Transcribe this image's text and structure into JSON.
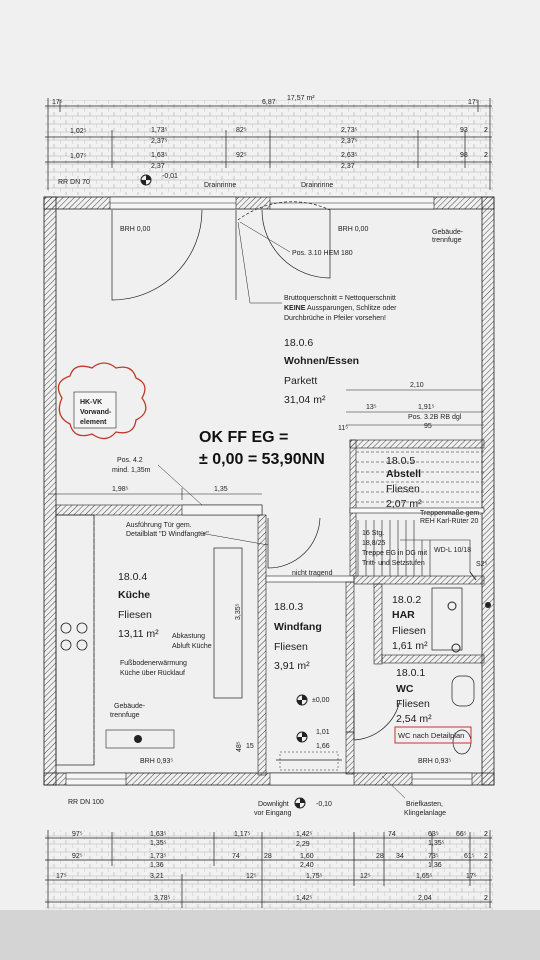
{
  "top_dims": {
    "overall": "17,57 m²",
    "row1": [
      "17⁵",
      "6,87",
      "17⁵"
    ],
    "row2": [
      "1,02⁵",
      "1,73⁵",
      "2,37⁵",
      "82⁵",
      "2,73⁵",
      "2,37⁵",
      "93",
      "2"
    ],
    "row3": [
      "1,07⁵",
      "1,63⁵",
      "2,37",
      "92⁵",
      "2,63⁵",
      "2,37",
      "98",
      "2"
    ]
  },
  "levels": {
    "rr_top": "RR DN 70",
    "top_level": "-0,01",
    "drain_left": "Drainrinne",
    "drain_right": "Drainrinne",
    "brh_top_left": "BRH 0,00",
    "brh_top_right": "BRH 0,00",
    "hem": "Pos. 3.10 HEM 180",
    "gebaeude_top": "Gebäude-\ntrennfuge"
  },
  "notes": {
    "brutto_line1": "Bruttoquerschnitt = Nettoquerschnitt",
    "brutto_line2_bold": "KEINE",
    "brutto_line2_rest": " Aussparungen, Schlitze oder",
    "brutto_line3": "Durchbrüche in Pfeiler vorsehen!",
    "hk_vk_1": "HK-VK",
    "hk_vk_2": "Vorwand-",
    "hk_vk_3": "element",
    "ok_ff_1": "OK FF EG =",
    "ok_ff_2": "± 0,00 = 53,90NN",
    "pos42_1": "Pos. 4.2",
    "pos42_2": "mind. 1,35m",
    "dim_198": "1,98⁵",
    "dim_135": "1,35",
    "dim_210": "2,10",
    "dim_191": "1,91⁵",
    "pos32b": "Pos. 3.2B RB dgl",
    "dim_13": "13⁵",
    "dim_11": "11⁵",
    "dim_95": "95",
    "dim_1": "1",
    "ausfuehrung_1": "Ausführung Tür gem.",
    "ausfuehrung_2": "Detailblatt \"D Windfangtür\"",
    "nicht_tragend": "nicht tragend",
    "treppe_1": "Treppenmaße gem.",
    "treppe_2": "REH Karl-Rüter 20",
    "stg_1": "16 Stg.",
    "stg_2": "18,8/25",
    "stg_3": "Treppe EG in DG mit",
    "stg_4": "Tritt- und Setzstufen",
    "abkastung_1": "Abkastung",
    "abkastung_2": "Abluft Küche",
    "fussboden_1": "Fußbodenerwärmung",
    "fussboden_2": "Küche über Rücklauf",
    "gebaeude_left": "Gebäude-",
    "gebaeude_left2": "trennfuge",
    "dim_335": "3,35⁵",
    "dim_48": "48⁵",
    "dim_15": "15",
    "dim_101": "1,01",
    "dim_166": "1,66",
    "dim_000": "±0,00",
    "brh_bottom_left": "BRH 0,93⁵",
    "brh_bottom_right": "BRH 0,93⁵",
    "rr_bottom": "RR DN 100",
    "bottom_level": "-0,10",
    "downlight_1": "Downlight",
    "downlight_2": "vor Eingang",
    "brief_1": "Briefkasten,",
    "brief_2": "Klingelanlage",
    "wc_stamp_1": "WC nach Detailplan",
    "s2": "S2⁵",
    "wd": "WD-L 10/18"
  },
  "rooms": [
    {
      "id": "18.0.6",
      "name": "Wohnen/Essen",
      "floor": "Parkett",
      "area": "31,04 m²"
    },
    {
      "id": "18.0.5",
      "name": "Abstell",
      "floor": "Fliesen",
      "area": "2,07 m²"
    },
    {
      "id": "18.0.4",
      "name": "Küche",
      "floor": "Fliesen",
      "area": "13,11 m²"
    },
    {
      "id": "18.0.3",
      "name": "Windfang",
      "floor": "Fliesen",
      "area": "3,91 m²"
    },
    {
      "id": "18.0.2",
      "name": "HAR",
      "floor": "Fliesen",
      "area": "1,61 m²"
    },
    {
      "id": "18.0.1",
      "name": "WC",
      "floor": "Fliesen",
      "area": "2,54 m²"
    }
  ],
  "bottom_dims": {
    "row1": [
      "97⁵",
      "1,63⁵",
      "1,35⁵",
      "1,17⁵",
      "1,42⁵",
      "2,29",
      "74",
      "63⁵",
      "1,35⁵",
      "66⁵",
      "2"
    ],
    "row2": [
      "92⁵",
      "1,73⁵",
      "1,36",
      "74",
      "28",
      "1,60",
      "2,40",
      "28",
      "34",
      "73⁵",
      "1,36",
      "61⁵",
      "2"
    ],
    "row3": [
      "17⁵",
      "3,21",
      "12⁵",
      "1,75⁵",
      "12⁵",
      "1,65⁵",
      "17⁵"
    ],
    "row4": [
      "3,78⁵",
      "1,42⁵",
      "2,04",
      "2"
    ]
  },
  "colors": {
    "line": "#1b1b1b",
    "wall_hatch": "#555555",
    "cloud": "#c0392b",
    "stamp": "#c0392b",
    "paper": "#f4f5f4",
    "grid": "#c8c8c8"
  }
}
